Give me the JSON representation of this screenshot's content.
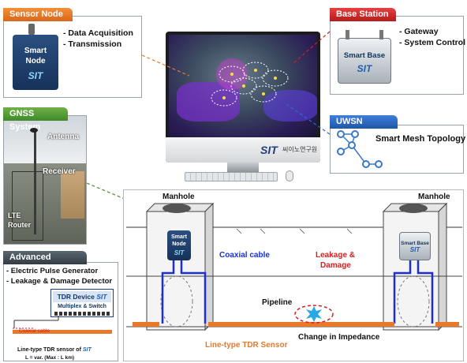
{
  "sensor_node": {
    "title": "Sensor Node",
    "bullets": [
      "- Data Acquisition",
      "- Transmission"
    ],
    "device_line1": "Smart",
    "device_line2": "Node",
    "device_brand": "SIT"
  },
  "base_station": {
    "title": "Base Station",
    "bullets": [
      "- Gateway",
      "- System Control"
    ],
    "device_label": "Smart Base",
    "device_brand": "SIT"
  },
  "gnss": {
    "title": "GNSS System",
    "antenna_label": "Antenna",
    "receiver_label": "Receiver",
    "lte_line1": "LTE",
    "lte_line2": "Router"
  },
  "uwsn": {
    "title": "UWSN Network",
    "topology_label": "Smart Mesh Topology"
  },
  "monitor": {
    "brand": "SIT",
    "brand_sub": "씨이노연구원"
  },
  "advanced_sensing": {
    "title": "Advanced Sensing",
    "bullets": [
      "- Electric Pulse Generator",
      "- Leakage & Damage Detector"
    ],
    "tdr_device": "TDR Device",
    "tdr_brand": "SIT",
    "multiplex": "Multiplex & Switch",
    "coaxial_label": "Coaxial cable",
    "caption_line1": "Line-type TDR sensor of",
    "caption_brand": "SIT",
    "caption_line2": "L = var. (Max : L km)"
  },
  "diagram": {
    "manhole_left": "Manhole",
    "manhole_right": "Manhole",
    "node_line1": "Smart",
    "node_line2": "Node",
    "node_brand": "SIT",
    "base_label": "Smart Base",
    "base_brand": "SIT",
    "coaxial_cable": "Coaxial cable",
    "leakage_line1": "Leakage &",
    "leakage_line2": "Damage",
    "pipeline": "Pipeline",
    "tdr_sensor": "Line-type TDR Sensor",
    "impedance": "Change in Impedance"
  },
  "colors": {
    "accent_orange": "#e8782a",
    "cable_blue": "#1a2fd6",
    "leak_red": "#d91e1e",
    "tdr_orange": "#e8782a"
  }
}
